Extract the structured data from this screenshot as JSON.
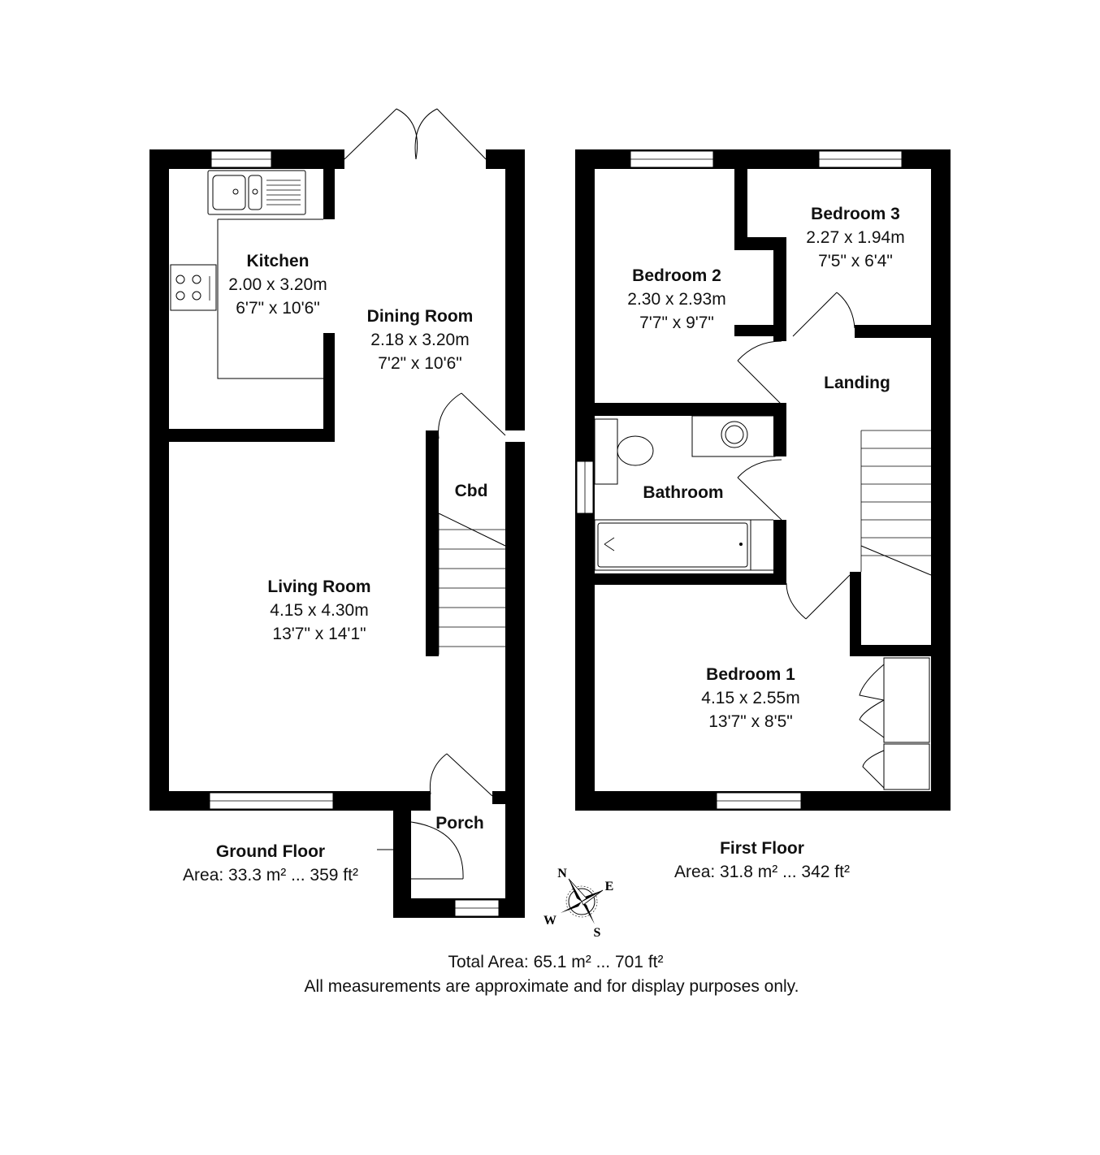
{
  "rooms": {
    "kitchen": {
      "name": "Kitchen",
      "metric": "2.00 x 3.20m",
      "imperial": "6'7\" x 10'6\""
    },
    "dining": {
      "name": "Dining Room",
      "metric": "2.18 x 3.20m",
      "imperial": "7'2\" x 10'6\""
    },
    "cbd": {
      "name": "Cbd"
    },
    "living": {
      "name": "Living Room",
      "metric": "4.15 x 4.30m",
      "imperial": "13'7\" x 14'1\""
    },
    "porch": {
      "name": "Porch"
    },
    "bedroom2": {
      "name": "Bedroom 2",
      "metric": "2.30 x 2.93m",
      "imperial": "7'7\" x 9'7\""
    },
    "bedroom3": {
      "name": "Bedroom 3",
      "metric": "2.27 x 1.94m",
      "imperial": "7'5\" x 6'4\""
    },
    "landing": {
      "name": "Landing"
    },
    "bathroom": {
      "name": "Bathroom"
    },
    "bedroom1": {
      "name": "Bedroom 1",
      "metric": "4.15 x 2.55m",
      "imperial": "13'7\" x 8'5\""
    }
  },
  "floors": {
    "ground": {
      "name": "Ground Floor",
      "area": "Area: 33.3 m² ... 359 ft²"
    },
    "first": {
      "name": "First Floor",
      "area": "Area: 31.8 m² ... 342 ft²"
    }
  },
  "footer": {
    "total": "Total Area: 65.1 m² ... 701 ft²",
    "disclaimer": "All measurements are approximate and for display purposes only."
  },
  "compass": {
    "n": "N",
    "e": "E",
    "s": "S",
    "w": "W"
  }
}
